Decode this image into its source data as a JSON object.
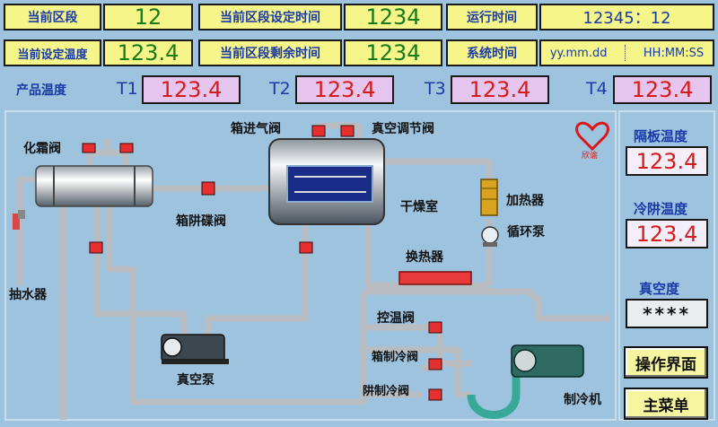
{
  "top": {
    "segment_label": "当前区段",
    "segment_value": "12",
    "seg_set_time_label": "当前区段设定时间",
    "seg_set_time_value": "1234",
    "run_time_label": "运行时间",
    "run_time_value": "12345：12",
    "set_temp_label": "当前设定温度",
    "set_temp_value": "123.4",
    "seg_remain_label": "当前区段剩余时间",
    "seg_remain_value": "1234",
    "sys_time_label": "系统时间",
    "sys_date": "yy.mm.dd",
    "sys_clock": "HH:MM:SS"
  },
  "product": {
    "label": "产品温度",
    "t1_label": "T1",
    "t1_value": "123.4",
    "t2_label": "T2",
    "t2_value": "123.4",
    "t3_label": "T3",
    "t3_value": "123.4",
    "t4_label": "T4",
    "t4_value": "123.4"
  },
  "right": {
    "shelf_label": "隔板温度",
    "shelf_value": "123.4",
    "cold_label": "冷阱温度",
    "cold_value": "123.4",
    "vac_label": "真空度",
    "vac_value": "****",
    "op_button": "操作界面",
    "main_button": "主菜单"
  },
  "logo": {
    "text": "欣谕"
  },
  "diagram": {
    "defrost_valve": "化霜阀",
    "chamber_in_valve": "箱进气阀",
    "vac_reg_valve": "真空调节阀",
    "heater": "加热器",
    "dry_chamber": "干燥室",
    "circ_pump": "循环泵",
    "chamber_trap_valve": "箱阱碟阀",
    "heat_exchanger": "换热器",
    "drain": "抽水器",
    "temp_ctrl_valve": "控温阀",
    "chamber_cool_valve": "箱制冷阀",
    "trap_cool_valve": "阱制冷阀",
    "vacuum_pump": "真空泵",
    "refrigerator": "制冷机"
  },
  "colors": {
    "background": "#9dc3df",
    "label_bg": "#f5f58a",
    "value_green": "#1a7a1a",
    "value_red": "#d81a1a",
    "label_blue": "#1a3aa8"
  }
}
